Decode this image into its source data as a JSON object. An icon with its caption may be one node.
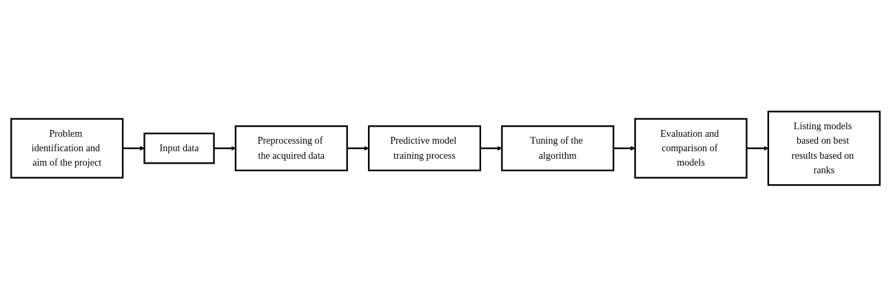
{
  "diagram": {
    "nodes": [
      {
        "text": [
          "Problem identification and aim of the project"
        ]
      },
      {
        "text": [
          "Input data"
        ]
      },
      {
        "text": [
          "Preprocessing of the acquired data"
        ]
      },
      {
        "text": [
          "Predictive model training process"
        ]
      },
      {
        "text": [
          "Tuning of the algorithm"
        ]
      },
      {
        "text": [
          "Evaluation and comparison of models"
        ]
      },
      {
        "text": [
          "Listing models based on best results based on ranks"
        ]
      }
    ],
    "edges": [
      {
        "from": 0,
        "to": 1,
        "arrow": "to"
      },
      {
        "from": 1,
        "to": 2,
        "arrow": "to"
      },
      {
        "from": 2,
        "to": 3,
        "arrow": "to"
      },
      {
        "from": 3,
        "to": 4,
        "arrow": "to"
      },
      {
        "from": 4,
        "to": 5,
        "arrow": "to"
      },
      {
        "from": 5,
        "to": 6,
        "arrow": "to"
      }
    ]
  }
}
